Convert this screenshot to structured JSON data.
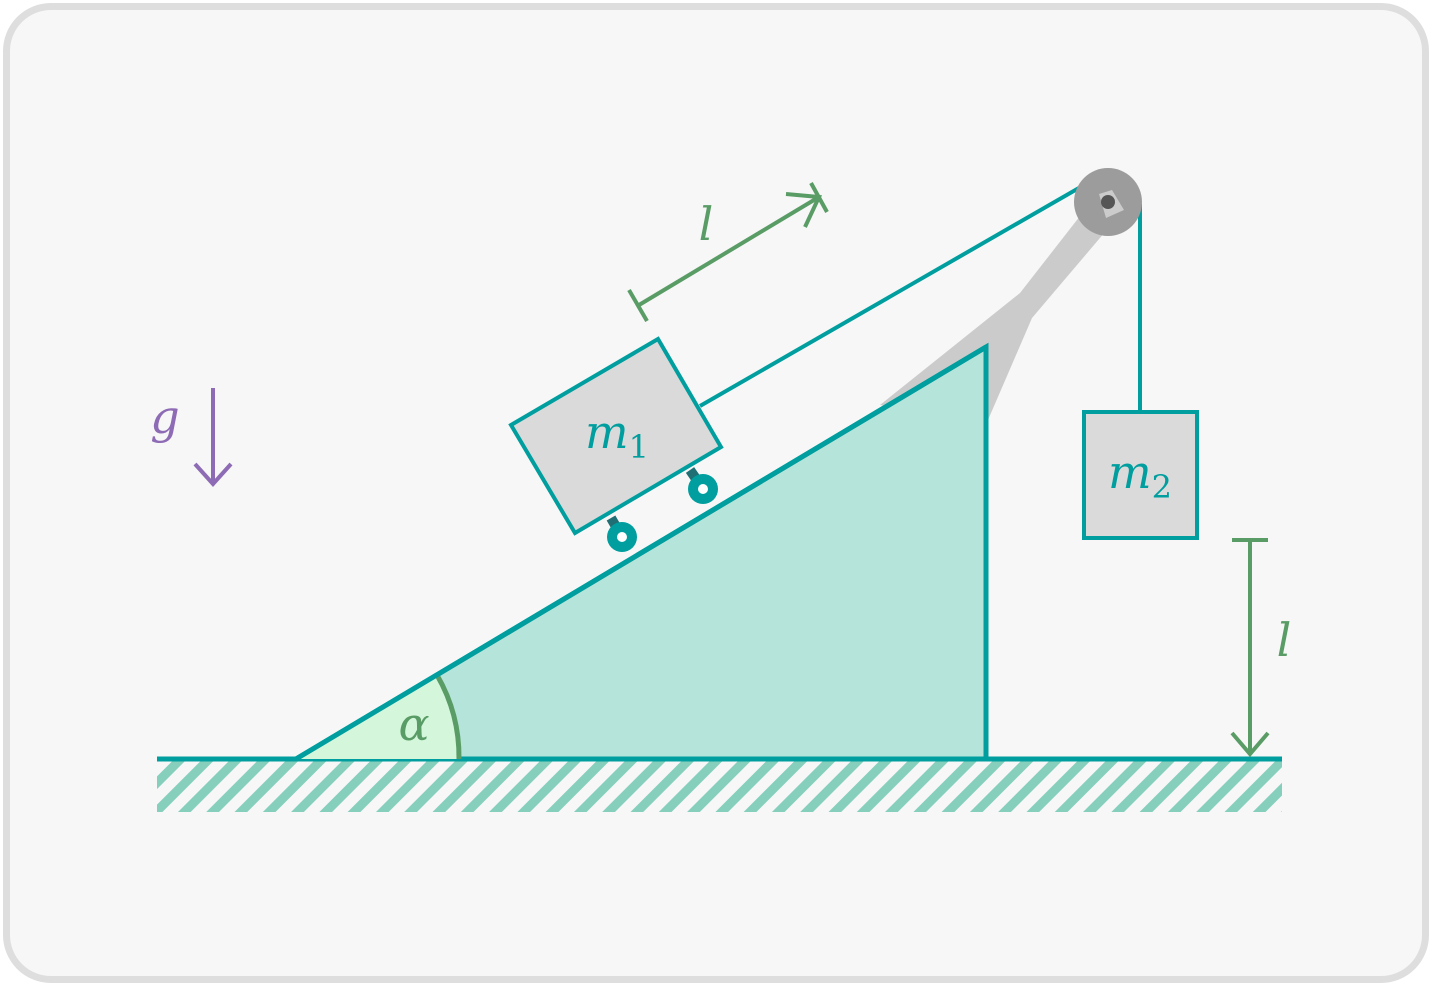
{
  "diagram": {
    "gravity_label": "g",
    "mass1": {
      "symbol": "m",
      "subscript": "1"
    },
    "mass2": {
      "symbol": "m",
      "subscript": "2"
    },
    "angle_label": "α",
    "displacement_incline_label": "l",
    "displacement_vertical_label": "l"
  },
  "colors": {
    "teal": "#009e9e",
    "incline_fill": "#b5e4da",
    "angle_fill": "#d4f7dc",
    "green": "#5a9c65",
    "purple": "#8e6bb5",
    "block_fill": "#dadada",
    "pulley": "#9c9c9c",
    "pulley_arm": "#cbcbcb",
    "hatch": "#86cfbc"
  }
}
